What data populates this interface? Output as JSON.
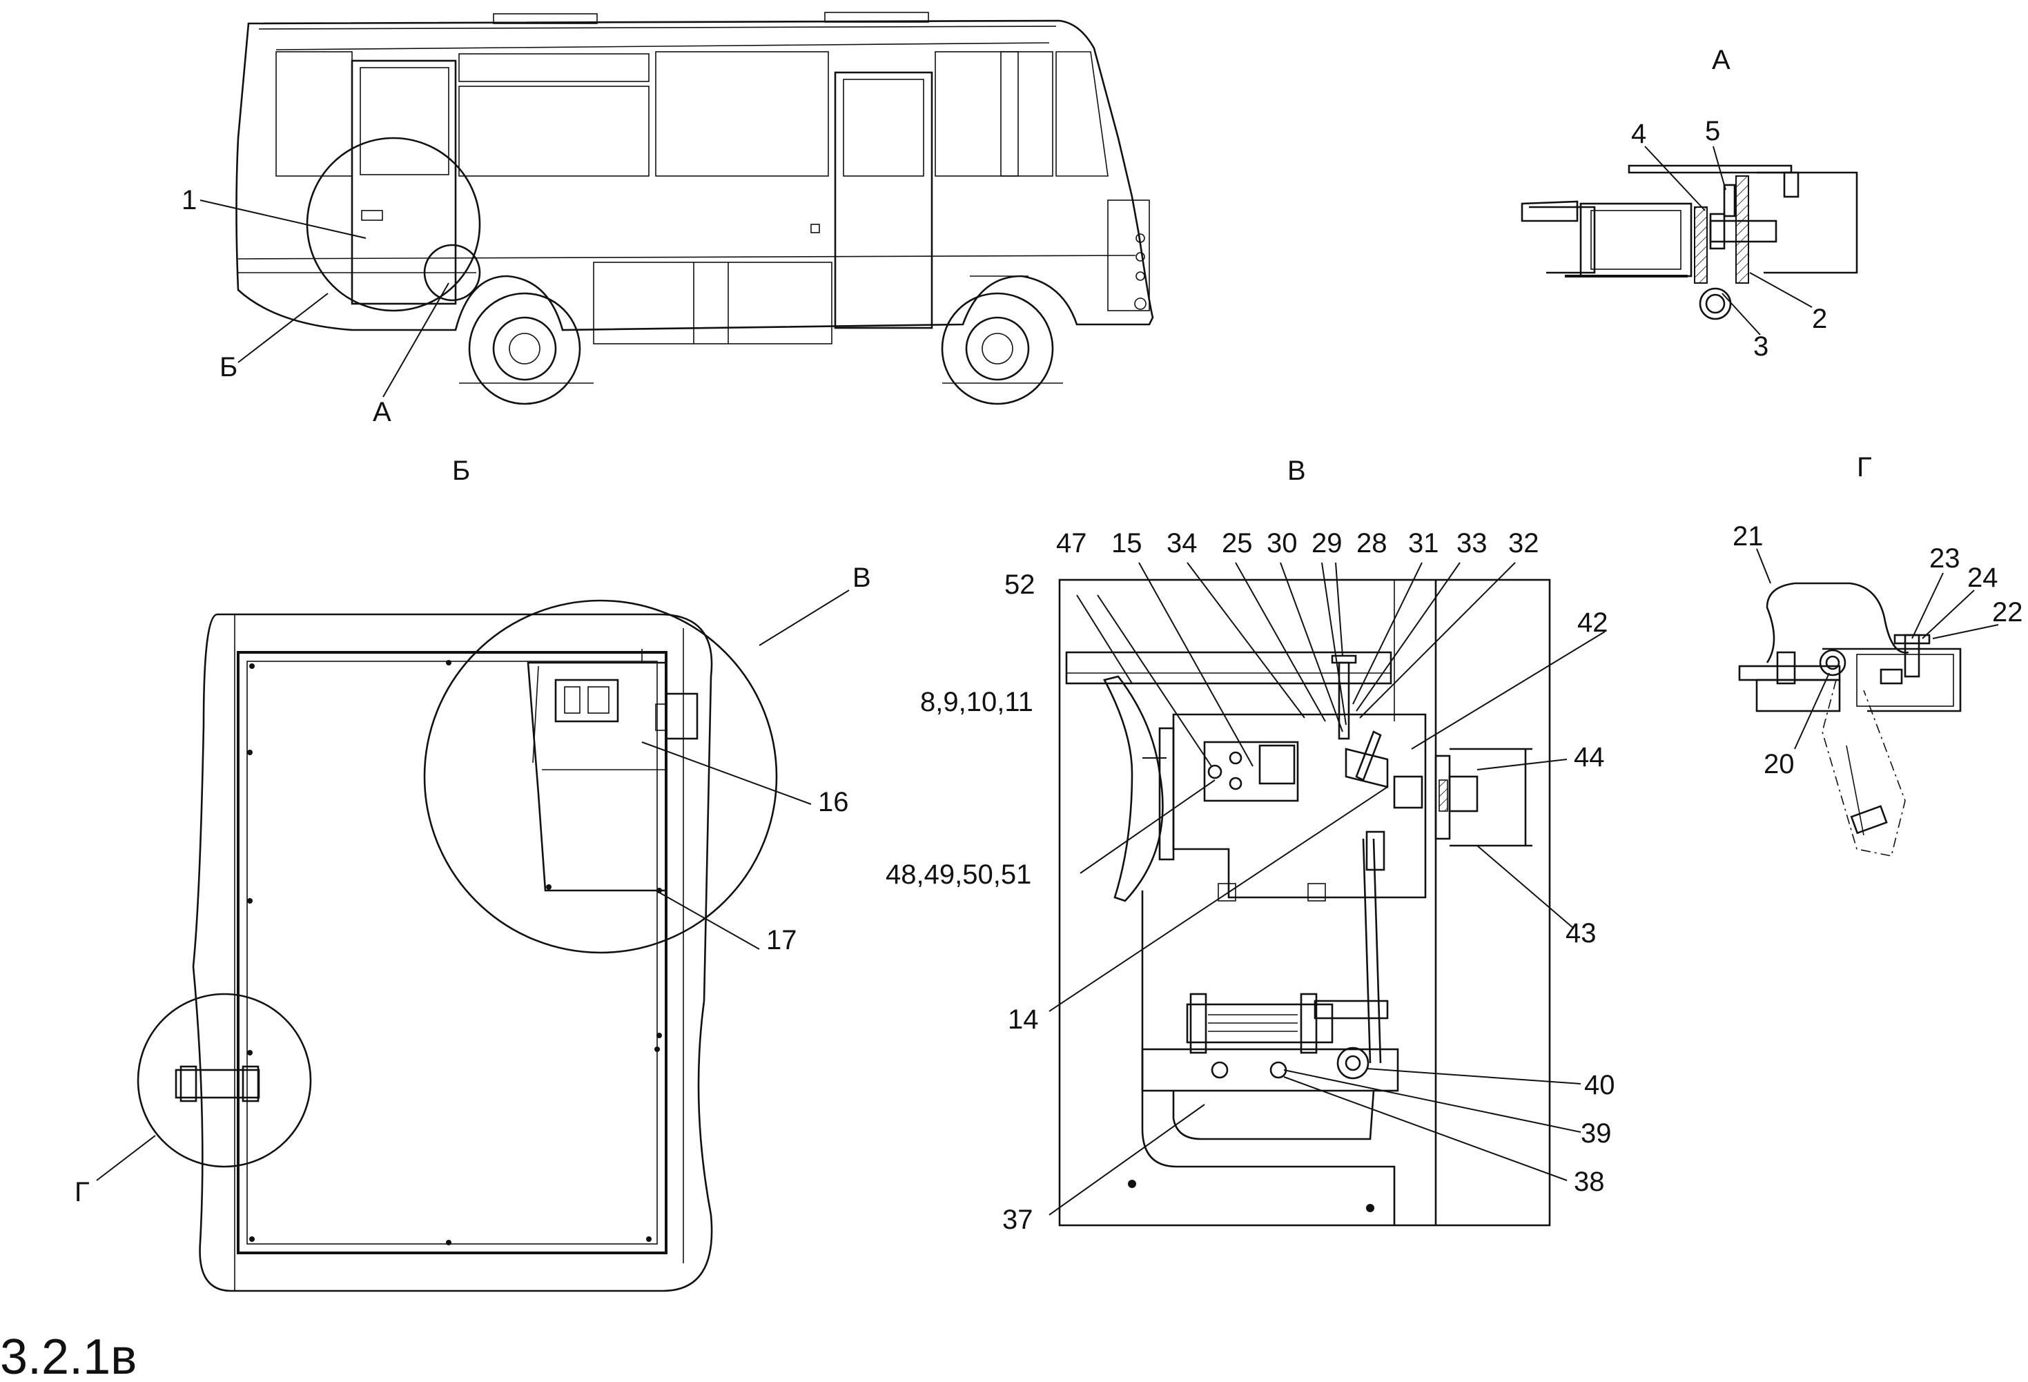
{
  "figure_number": "3.2.1в",
  "views": {
    "bus": {
      "callouts": [
        "1",
        "Б",
        "А"
      ]
    },
    "A": {
      "title": "А",
      "callouts": [
        "4",
        "5",
        "2",
        "3"
      ]
    },
    "B": {
      "title": "Б",
      "callouts": [
        "В",
        "16",
        "17",
        "Г"
      ]
    },
    "V": {
      "title": "В",
      "callouts_top": [
        "47",
        "15",
        "34",
        "25",
        "30",
        "29",
        "28",
        "31",
        "33",
        "32"
      ],
      "callouts_other": [
        "52",
        "8,9,10,11",
        "48,49,50,51",
        "14",
        "42",
        "44",
        "43",
        "40",
        "39",
        "38",
        "37"
      ]
    },
    "G": {
      "title": "Г",
      "callouts": [
        "21",
        "23",
        "24",
        "22",
        "20"
      ]
    }
  }
}
